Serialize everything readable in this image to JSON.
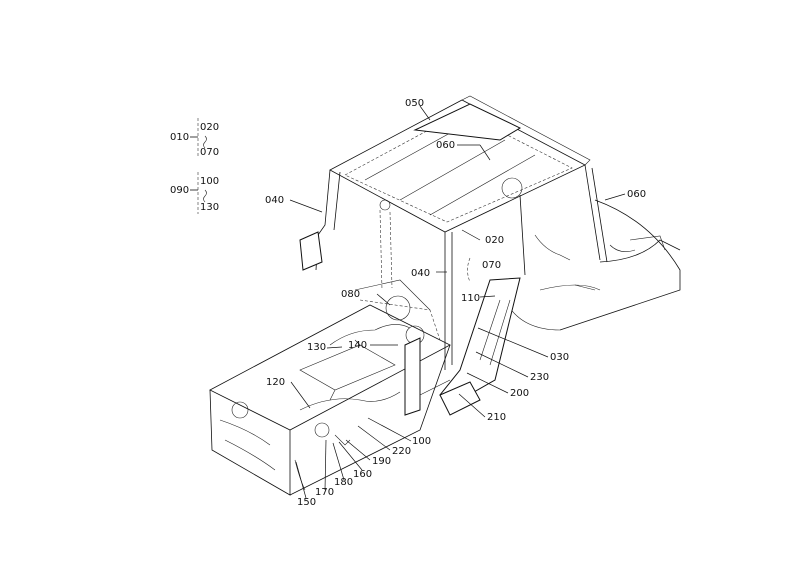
{
  "legend": {
    "group1": {
      "main": "010",
      "from": "020",
      "to": "070"
    },
    "group2": {
      "main": "090",
      "from": "100",
      "to": "130"
    }
  },
  "callouts": {
    "c050": "050",
    "c060a": "060",
    "c060b": "060",
    "c040a": "040",
    "c040b": "040",
    "c020": "020",
    "c070": "070",
    "c110": "110",
    "c080": "080",
    "c130": "130",
    "c140": "140",
    "c120": "120",
    "c030": "030",
    "c230": "230",
    "c200": "200",
    "c210": "210",
    "c100": "100",
    "c220": "220",
    "c190": "190",
    "c160": "160",
    "c180": "180",
    "c170": "170",
    "c150": "150"
  }
}
